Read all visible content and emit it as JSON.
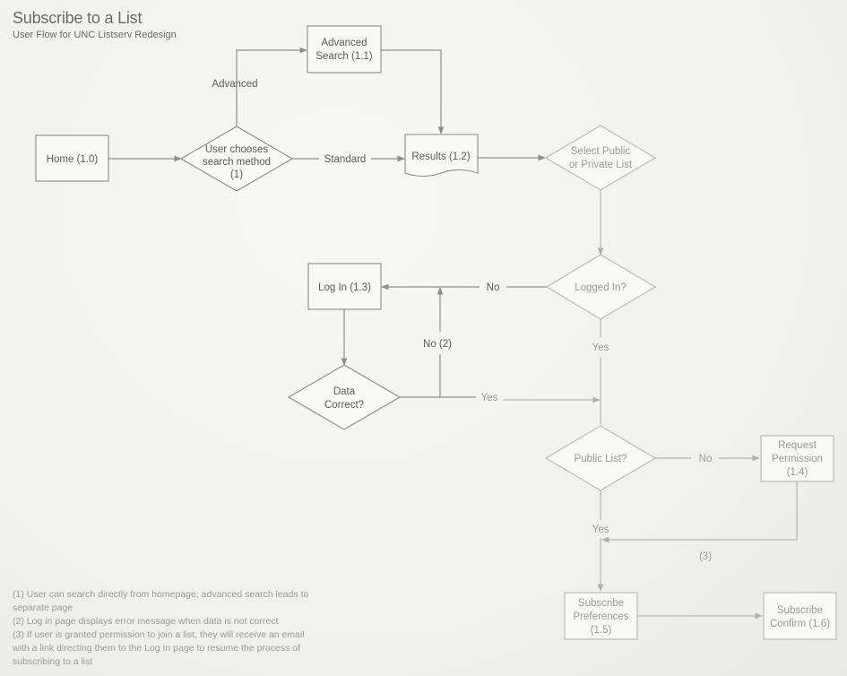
{
  "header": {
    "title": "Subscribe to a List",
    "subtitle": "User Flow for UNC Listserv Redesign"
  },
  "nodes": {
    "home": [
      "Home (1.0)"
    ],
    "choose": [
      "User chooses",
      "search method",
      "(1)"
    ],
    "advanced": [
      "Advanced",
      "Search (1.1)"
    ],
    "results": [
      "Results (1.2)"
    ],
    "select": [
      "Select Public",
      "or Private List"
    ],
    "logged": [
      "Logged In?"
    ],
    "login": [
      "Log In (1.3)"
    ],
    "correct": [
      "Data",
      "Correct?"
    ],
    "public": [
      "Public List?"
    ],
    "request": [
      "Request",
      "Permission",
      "(1.4)"
    ],
    "prefs": [
      "Subscribe",
      "Preferences",
      "(1.5)"
    ],
    "confirm": [
      "Subscribe",
      "Confirm (1.6)"
    ]
  },
  "edge_labels": {
    "advanced": "Advanced",
    "standard": "Standard",
    "no_logged": "No",
    "no2": "No (2)",
    "yes_logged": "Yes",
    "yes_correct": "Yes",
    "no_public": "No",
    "yes_public": "Yes",
    "note3": "(3)"
  },
  "notes": [
    "(1) User can search directly from homepage; advanced search leads to separate page",
    "(2) Log in page displays error message when data is not correct",
    "(3) If user is granted permission to join a list, they will receive an email with a link directing them to the Log In page to resume the process of subscribing to a list"
  ]
}
